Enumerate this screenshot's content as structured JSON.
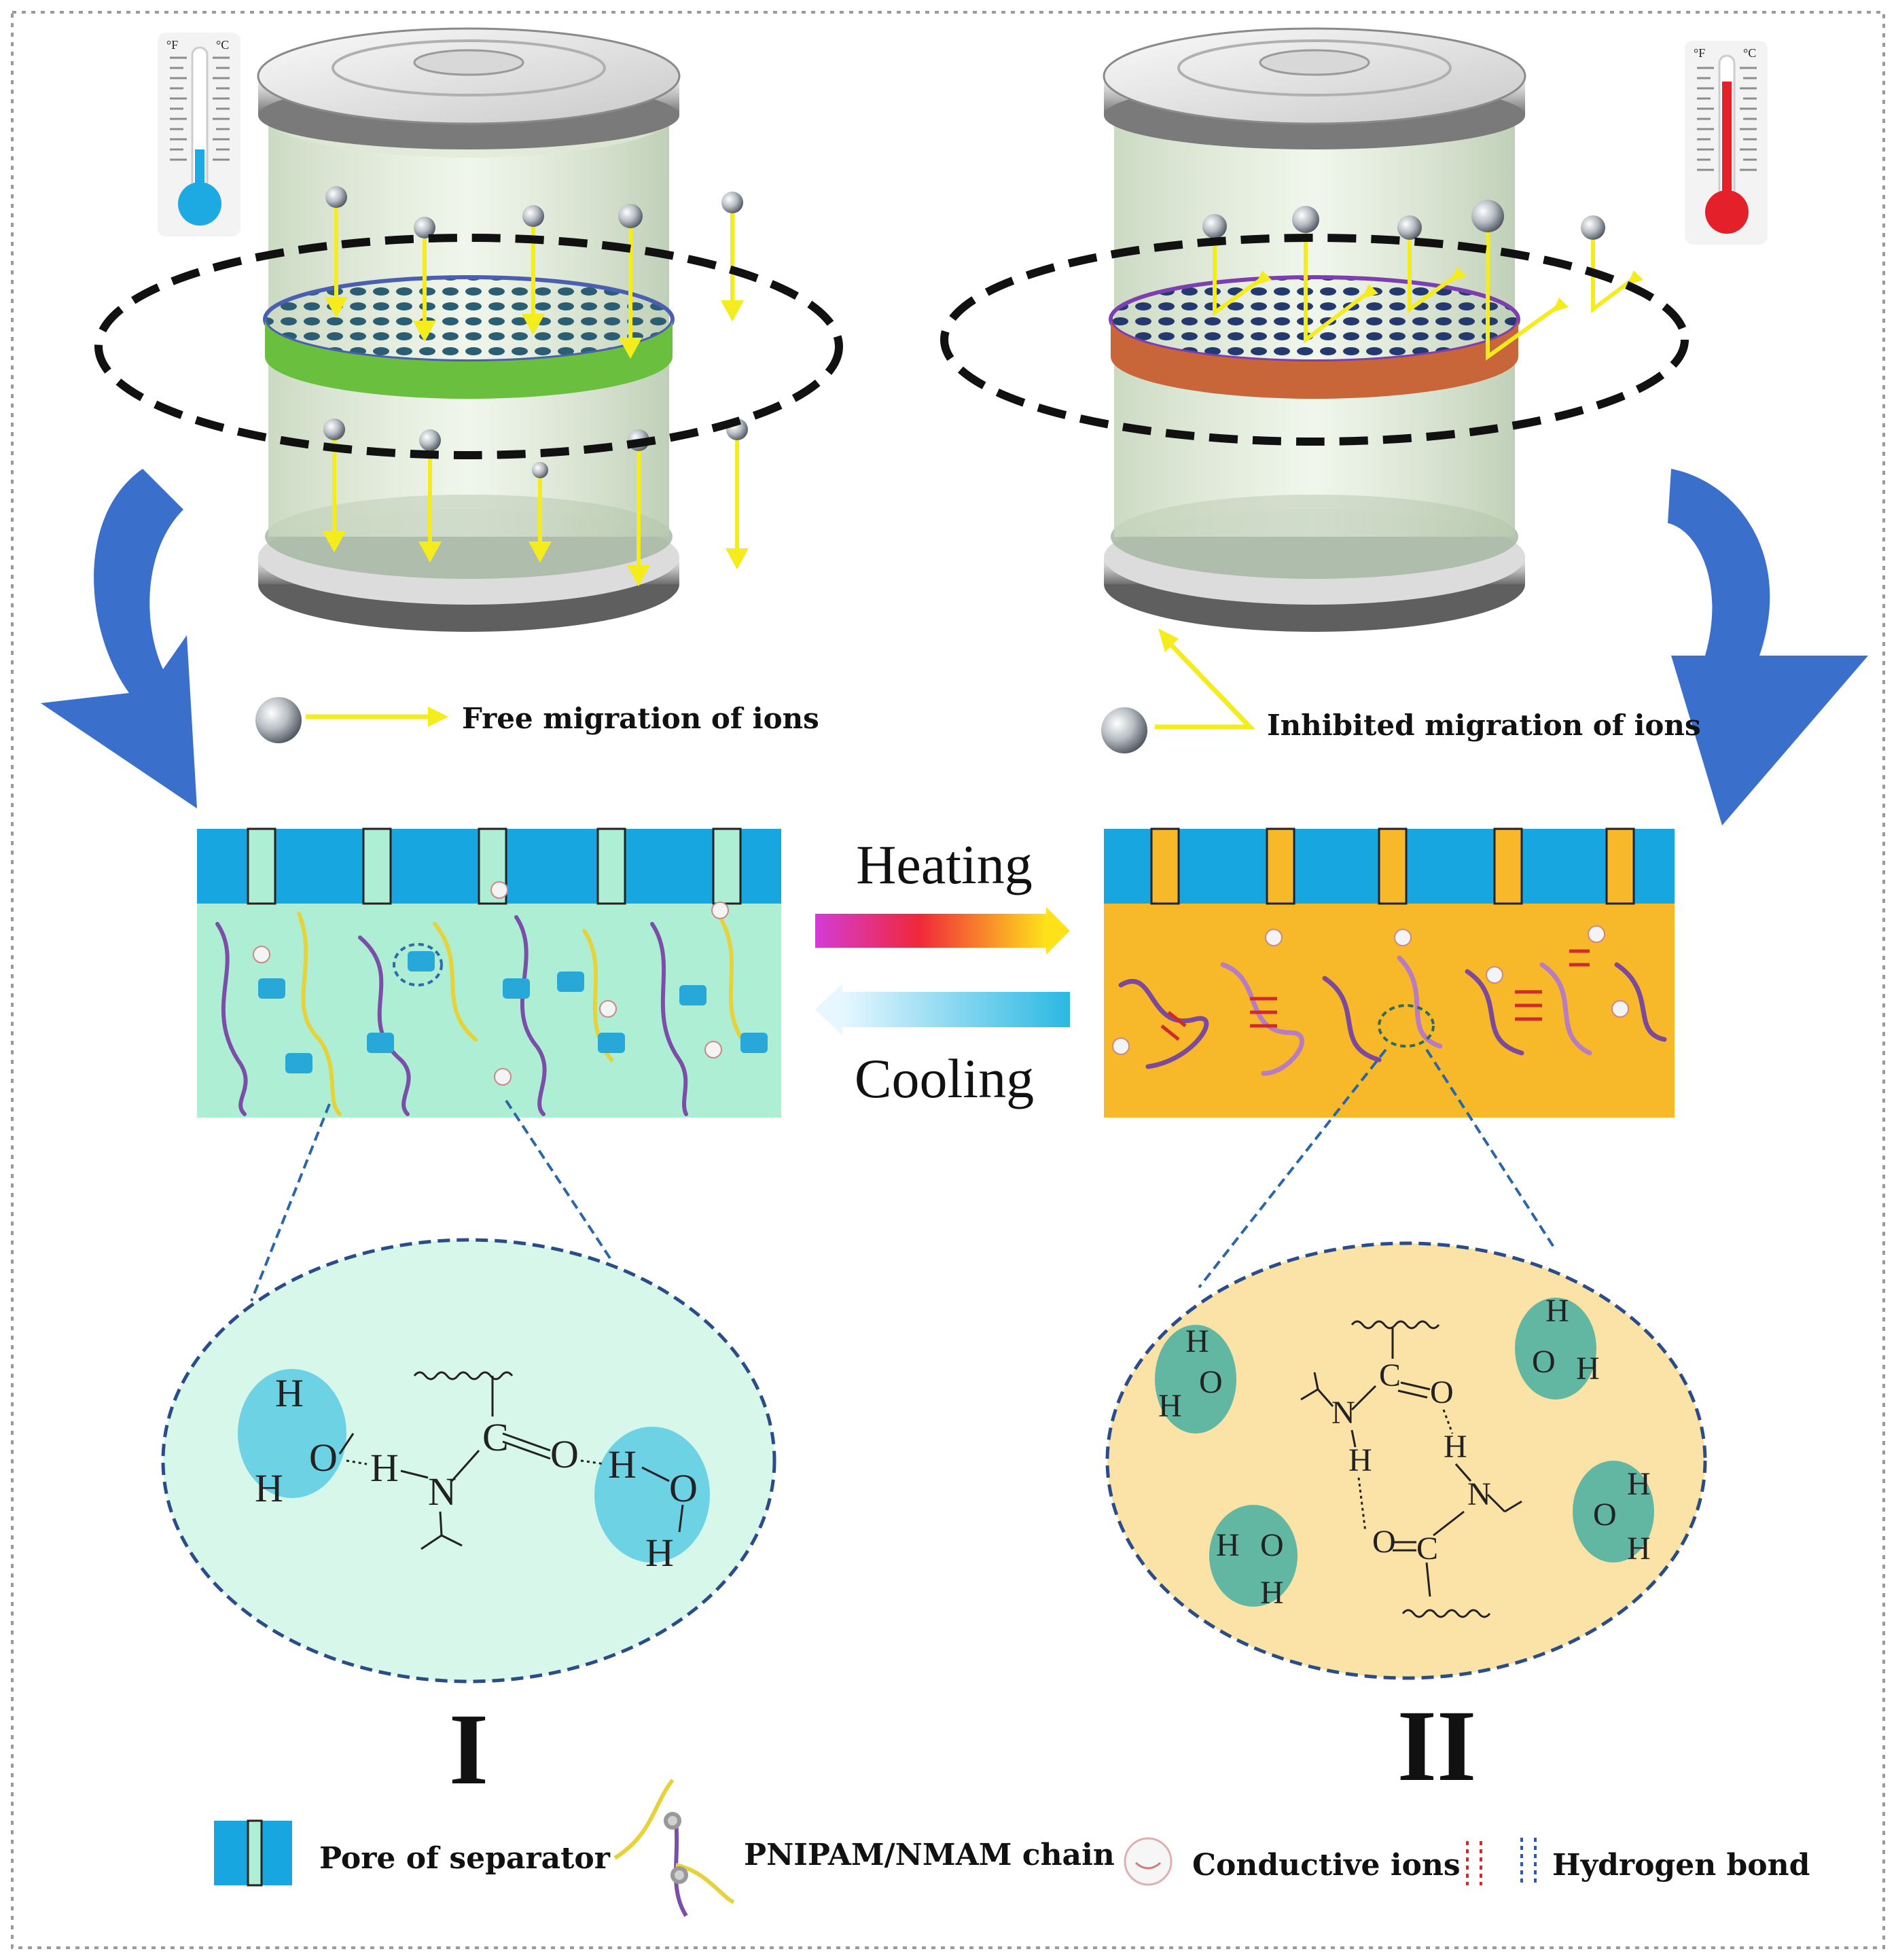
{
  "panels": {
    "left": {
      "migration_label": "Free migration of ions",
      "roman": "I"
    },
    "right": {
      "migration_label": "Inhibited migration of ions",
      "roman": "II"
    }
  },
  "transition": {
    "heating": "Heating",
    "cooling": "Cooling"
  },
  "thermometer": {
    "unit_left": "°F",
    "unit_right": "°C"
  },
  "chem": {
    "H": "H",
    "O": "O",
    "N": "N",
    "C": "C"
  },
  "legend": {
    "pore": "Pore of separator",
    "chain": "PNIPAM/NMAM chain",
    "ions": "Conductive ions",
    "hbond": "Hydrogen bond"
  },
  "colors": {
    "cold_gel": "#aeeed5",
    "hot_gel": "#f7b929",
    "separator_blue": "#18a6e0",
    "big_arrow": "#3a6fcc",
    "ion_arrow": "#f4ec1c",
    "water_cold": "#6cd2e4",
    "water_hot": "#62b7a3"
  }
}
